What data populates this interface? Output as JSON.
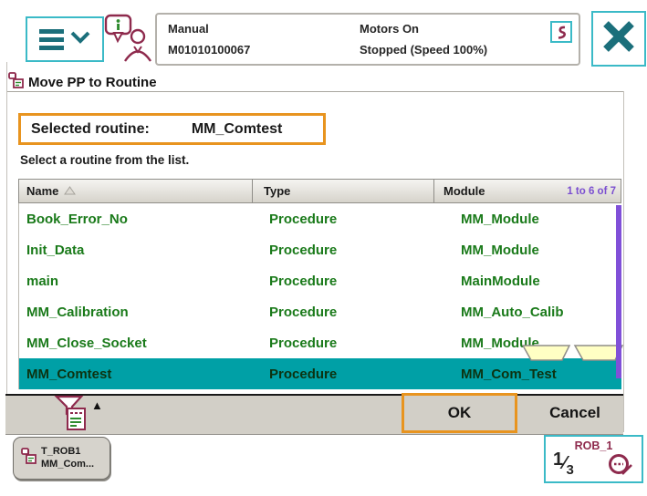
{
  "statusbar": {
    "mode": "Manual",
    "controller_id": "M01010100067",
    "motors_state": "Motors On",
    "execution_state": "Stopped (Speed 100%)"
  },
  "titlebar": {
    "title": "Move PP to Routine"
  },
  "selection": {
    "label": "Selected routine:",
    "value": "MM_Comtest"
  },
  "instruction": "Select a routine from the list.",
  "table": {
    "columns": [
      "Name",
      "Type",
      "Module"
    ],
    "range_label": "1 to 6 of 7",
    "selected_row_index": 5,
    "rows": [
      {
        "name": "Book_Error_No",
        "type": "Procedure",
        "module": "MM_Module"
      },
      {
        "name": "Init_Data",
        "type": "Procedure",
        "module": "MM_Module"
      },
      {
        "name": "main",
        "type": "Procedure",
        "module": "MainModule"
      },
      {
        "name": "MM_Calibration",
        "type": "Procedure",
        "module": "MM_Auto_Calib"
      },
      {
        "name": "MM_Close_Socket",
        "type": "Procedure",
        "module": "MM_Module"
      },
      {
        "name": "MM_Comtest",
        "type": "Procedure",
        "module": "MM_Com_Test"
      }
    ]
  },
  "toolbar": {
    "ok": "OK",
    "cancel": "Cancel",
    "expand_arrow": "▲"
  },
  "taskbar": {
    "task": {
      "line1": "T_ROB1",
      "line2": "MM_Com..."
    },
    "quickset": {
      "robot": "ROB_1",
      "fraction_numerator": "1",
      "fraction_slash": "⁄",
      "fraction_denominator": "3"
    }
  },
  "icons": {
    "main_menu": "hamburger-icon + chevron-down-icon",
    "operator": "operator-info-icon",
    "event_log": "event-log-icon",
    "close": "close-x-icon",
    "page": "program-pointer-icon",
    "sort": "sort-ascending-triangle-icon",
    "scroll": "scroll-down-trapezoid-icons",
    "filter": "filter-funnel-icon",
    "quickset": "speed-circle-icon"
  },
  "colors": {
    "accent_teal_border": "#3bbac7",
    "glyph_teal": "#1b6f7b",
    "maroon": "#8e2a4d",
    "routine_green": "#1a7a1a",
    "pagination_purple": "#7b4fd0",
    "scrollbar_purple": "#8050d8",
    "selected_row_teal": "#00a0a6",
    "annotation_orange": "#e8941f",
    "bar_gray": "#d2cfc7"
  }
}
